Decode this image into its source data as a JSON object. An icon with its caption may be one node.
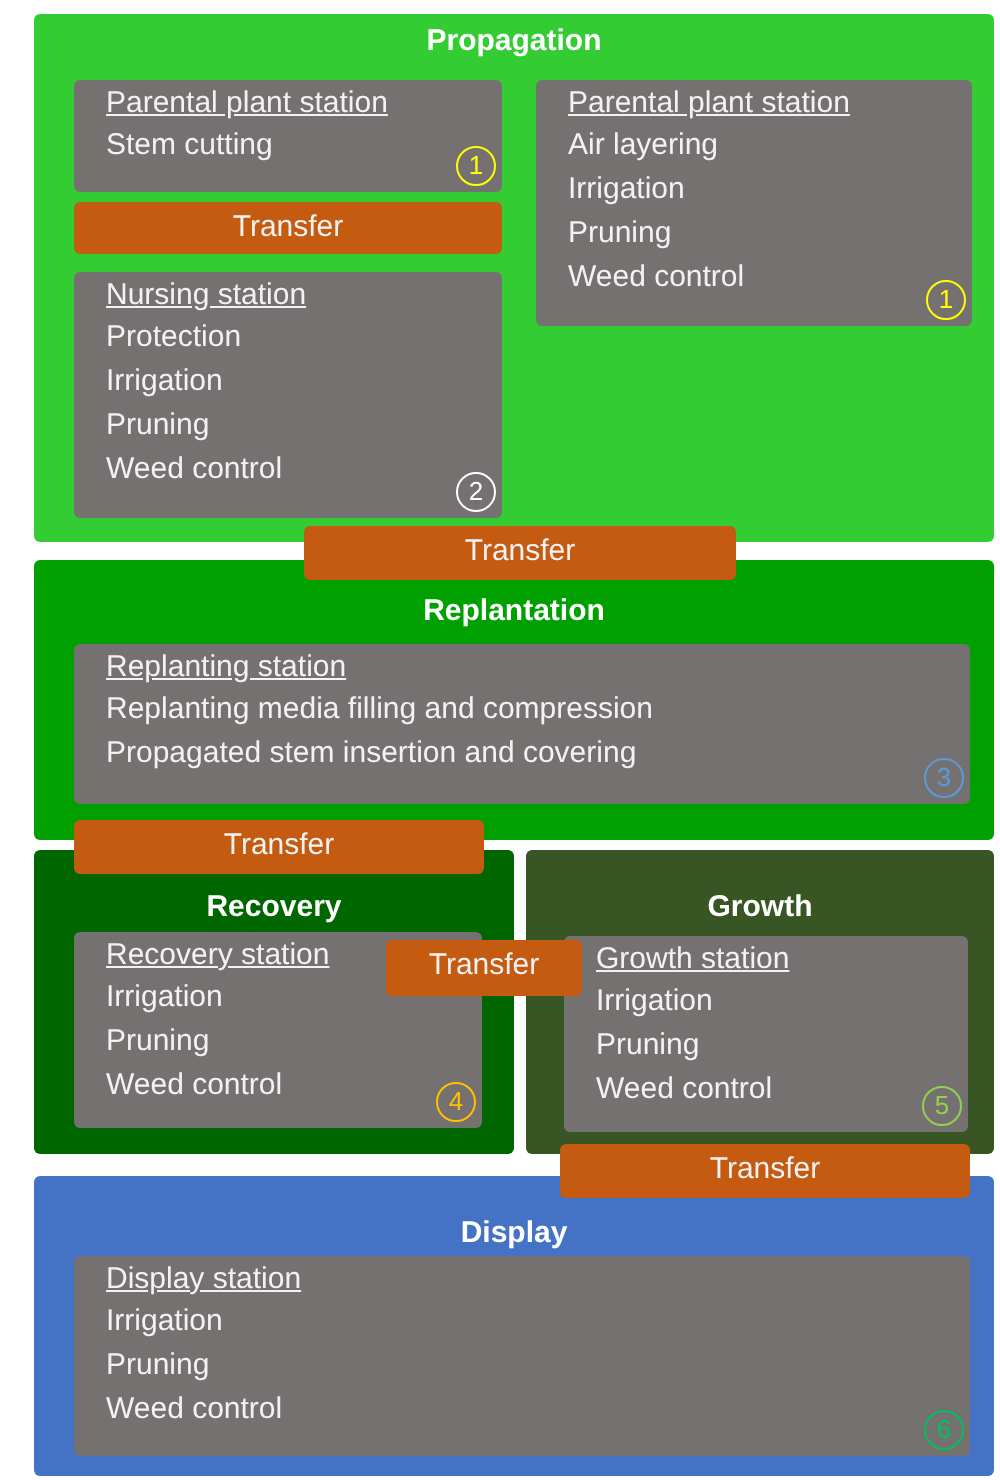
{
  "diagram": {
    "nodes": [
      {
        "text": [
          "Propagation"
        ]
      },
      {
        "text": [
          "Parental plant station",
          "Stem cutting",
          "1"
        ],
        "in": 0
      },
      {
        "text": [
          "Transfer"
        ],
        "in": 0
      },
      {
        "text": [
          "Nursing station",
          "Protection",
          "Irrigation",
          "Pruning",
          "Weed control",
          "2"
        ],
        "in": 0
      },
      {
        "text": [
          "Parental plant station",
          "Air layering",
          "Irrigation",
          "Pruning",
          "Weed control",
          "1"
        ],
        "in": 0
      },
      {
        "text": [
          "Transfer"
        ]
      },
      {
        "text": [
          "Replantation"
        ]
      },
      {
        "text": [
          "Replanting station",
          "Replanting media filling and compression",
          "Propagated stem insertion and covering",
          "3"
        ],
        "in": 6
      },
      {
        "text": [
          "Transfer"
        ]
      },
      {
        "text": [
          "Recovery"
        ]
      },
      {
        "text": [
          "Recovery station",
          "Irrigation",
          "Pruning",
          "Weed control",
          "4"
        ],
        "in": 9
      },
      {
        "text": [
          "Transfer"
        ]
      },
      {
        "text": [
          "Growth"
        ]
      },
      {
        "text": [
          "Growth station",
          "Irrigation",
          "Pruning",
          "Weed control",
          "5"
        ],
        "in": 12
      },
      {
        "text": [
          "Transfer"
        ]
      },
      {
        "text": [
          "Display"
        ]
      },
      {
        "text": [
          "Display station",
          "Irrigation",
          "Pruning",
          "Weed control",
          "6"
        ],
        "in": 15
      }
    ]
  }
}
